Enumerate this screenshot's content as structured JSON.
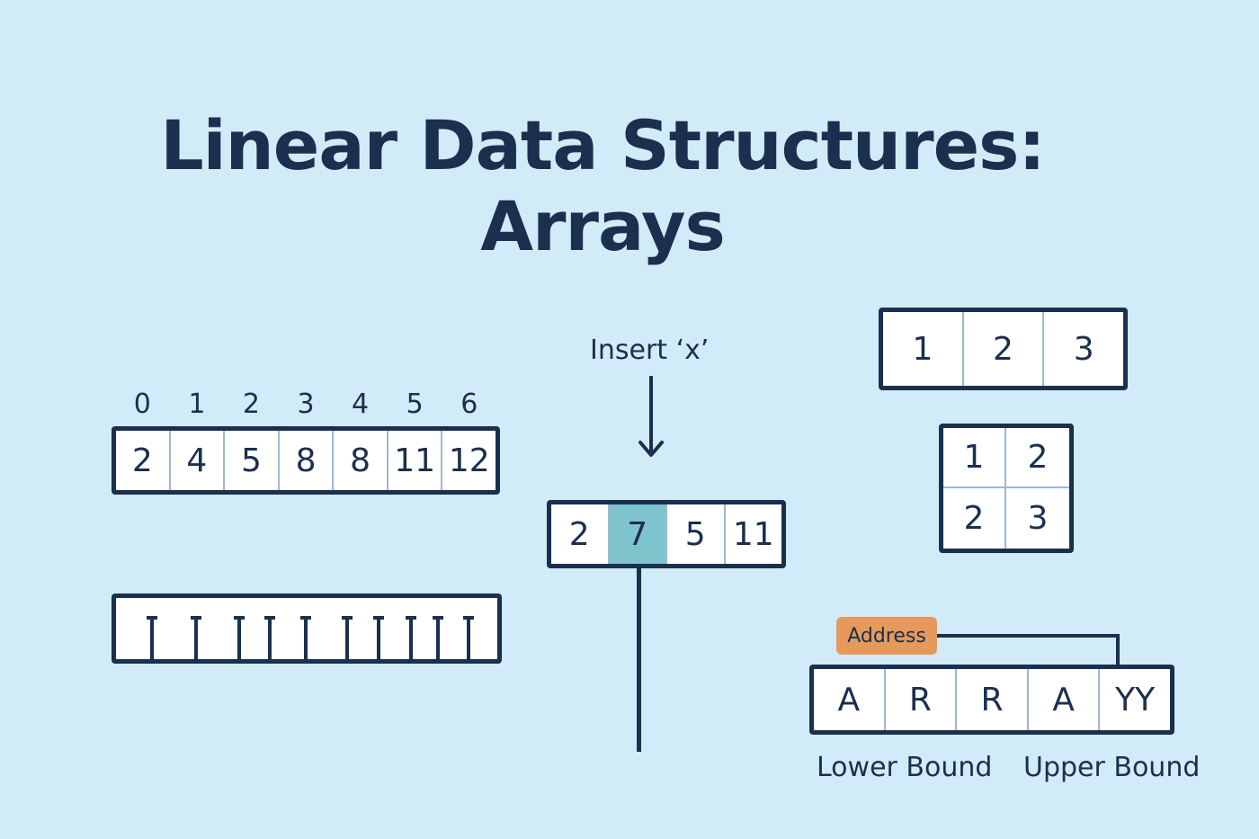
{
  "title": {
    "line1": "Linear Data Structures:",
    "line2": "Arrays"
  },
  "indexed_array": {
    "indices": [
      "0",
      "1",
      "2",
      "3",
      "4",
      "5",
      "6"
    ],
    "values": [
      "2",
      "4",
      "5",
      "8",
      "8",
      "11",
      "12"
    ]
  },
  "insertion": {
    "label": "Insert ‘x’",
    "values": [
      "2",
      "7",
      "5",
      "11"
    ],
    "highlight_color": "#7ec4cc"
  },
  "one_d_array": {
    "values": [
      "1",
      "2",
      "3"
    ]
  },
  "two_d_array": {
    "values": [
      "1",
      "2",
      "2",
      "3"
    ]
  },
  "address_array": {
    "tag": "Address",
    "tag_color": "#e59a5c",
    "letters": [
      "A",
      "R",
      "R",
      "A",
      "YY"
    ],
    "lower_bound": "Lower Bound",
    "upper_bound": "Upper Bound"
  },
  "colors": {
    "background": "#d2ebf8",
    "ink": "#1b2f4e"
  }
}
